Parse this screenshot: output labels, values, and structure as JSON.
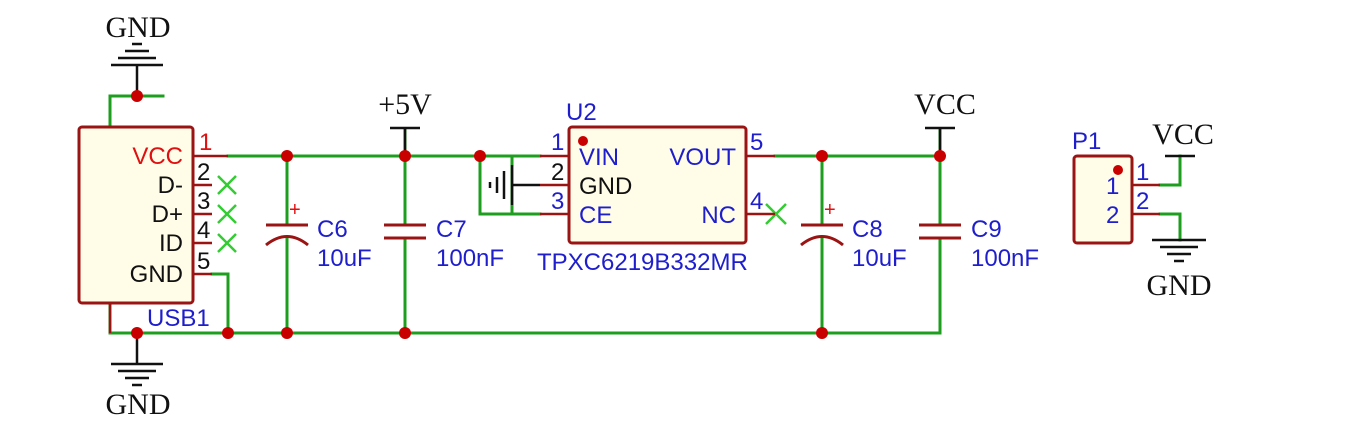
{
  "nets": {
    "gnd_top": "GND",
    "gnd_bottom": "GND",
    "plus5v": "+5V",
    "vcc_main": "VCC",
    "vcc_p1": "VCC",
    "gnd_p1": "GND"
  },
  "usb1": {
    "ref": "USB1",
    "pins": [
      {
        "name": "VCC",
        "number": "1"
      },
      {
        "name": "D-",
        "number": "2"
      },
      {
        "name": "D+",
        "number": "3"
      },
      {
        "name": "ID",
        "number": "4"
      },
      {
        "name": "GND",
        "number": "5"
      }
    ]
  },
  "capacitors": [
    {
      "ref": "C6",
      "value": "10uF"
    },
    {
      "ref": "C7",
      "value": "100nF"
    },
    {
      "ref": "C8",
      "value": "10uF"
    },
    {
      "ref": "C9",
      "value": "100nF"
    }
  ],
  "u2": {
    "ref": "U2",
    "part": "TPXC6219B332MR",
    "pins": {
      "vin": {
        "name": "VIN",
        "number": "1"
      },
      "gnd": {
        "name": "GND",
        "number": "2"
      },
      "ce": {
        "name": "CE",
        "number": "3"
      },
      "nc": {
        "name": "NC",
        "number": "4"
      },
      "vout": {
        "name": "VOUT",
        "number": "5"
      }
    }
  },
  "p1": {
    "ref": "P1",
    "pins": [
      {
        "inner": "1",
        "outer": "1"
      },
      {
        "inner": "2",
        "outer": "2"
      }
    ]
  },
  "polarity_mark": "+",
  "colors": {
    "wire": "#1e9e1e",
    "component": "#9a1414",
    "pin_number": "#1e1ecc",
    "junction": "#c80000",
    "no_connect": "#33cc33",
    "vcc_pin_label": "#e01010"
  }
}
